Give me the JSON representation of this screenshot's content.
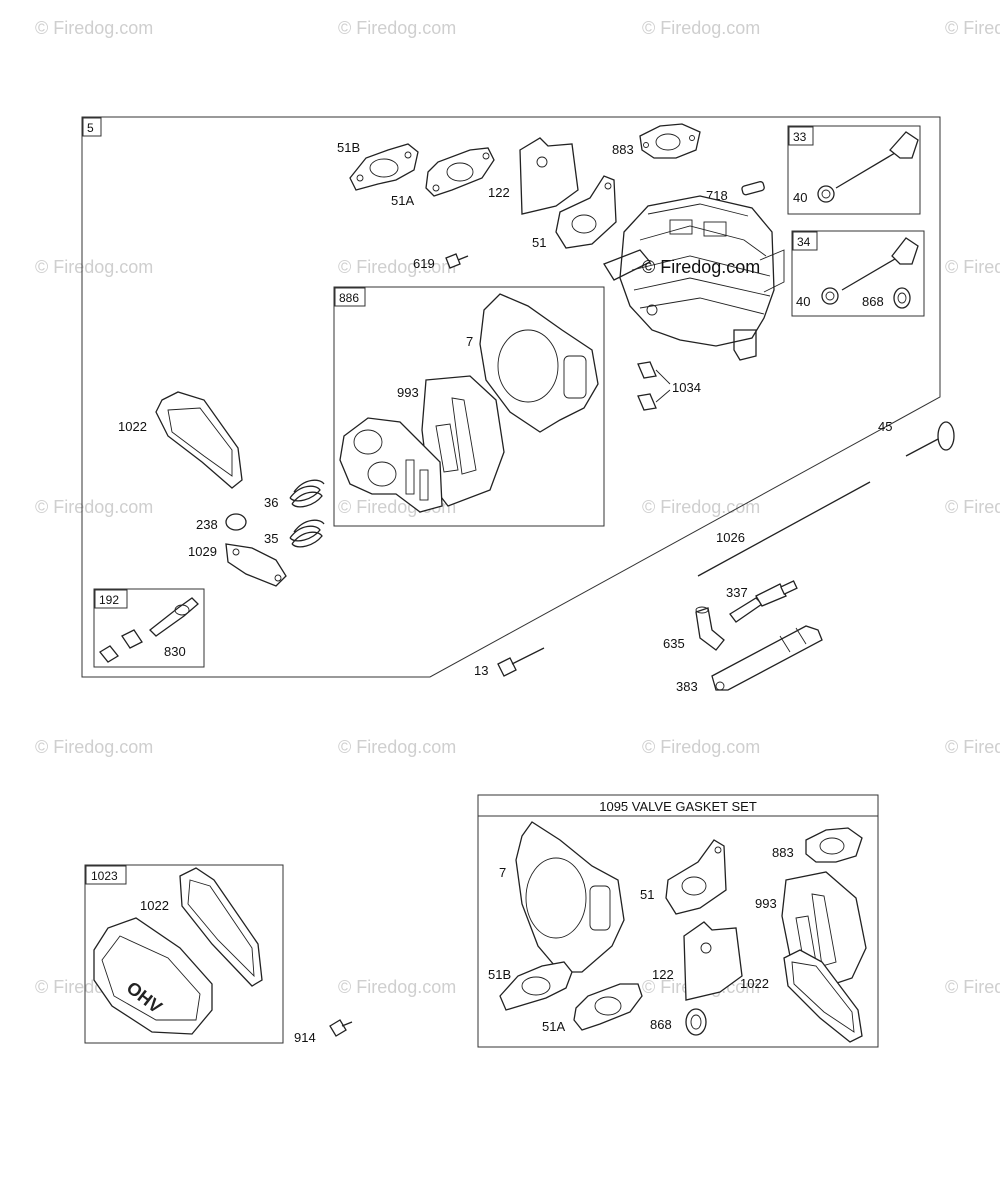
{
  "watermark": "© Firedog.com",
  "center_watermark": "© Firedog.com",
  "boxes": {
    "main": "5",
    "kit886": "886",
    "valve33": "33",
    "valve34": "34",
    "kit192": "192",
    "cover1023": "1023"
  },
  "gasket_set_title": "1095 VALVE GASKET SET",
  "labels": {
    "p51B": "51B",
    "p51A": "51A",
    "p122": "122",
    "p883": "883",
    "p718": "718",
    "p51": "51",
    "p619": "619",
    "p40a": "40",
    "p40b": "40",
    "p868": "868",
    "p7": "7",
    "p993": "993",
    "p1034": "1034",
    "p1022": "1022",
    "p36": "36",
    "p238": "238",
    "p35": "35",
    "p1029": "1029",
    "p830": "830",
    "p45": "45",
    "p1026": "1026",
    "p337": "337",
    "p635": "635",
    "p383": "383",
    "p13": "13",
    "c1022": "1022",
    "c914": "914",
    "s7": "7",
    "s51": "51",
    "s883": "883",
    "s993": "993",
    "s51B": "51B",
    "s122": "122",
    "s1022": "1022",
    "s51A": "51A",
    "s868": "868"
  },
  "valve_cover_emboss": "OHV"
}
